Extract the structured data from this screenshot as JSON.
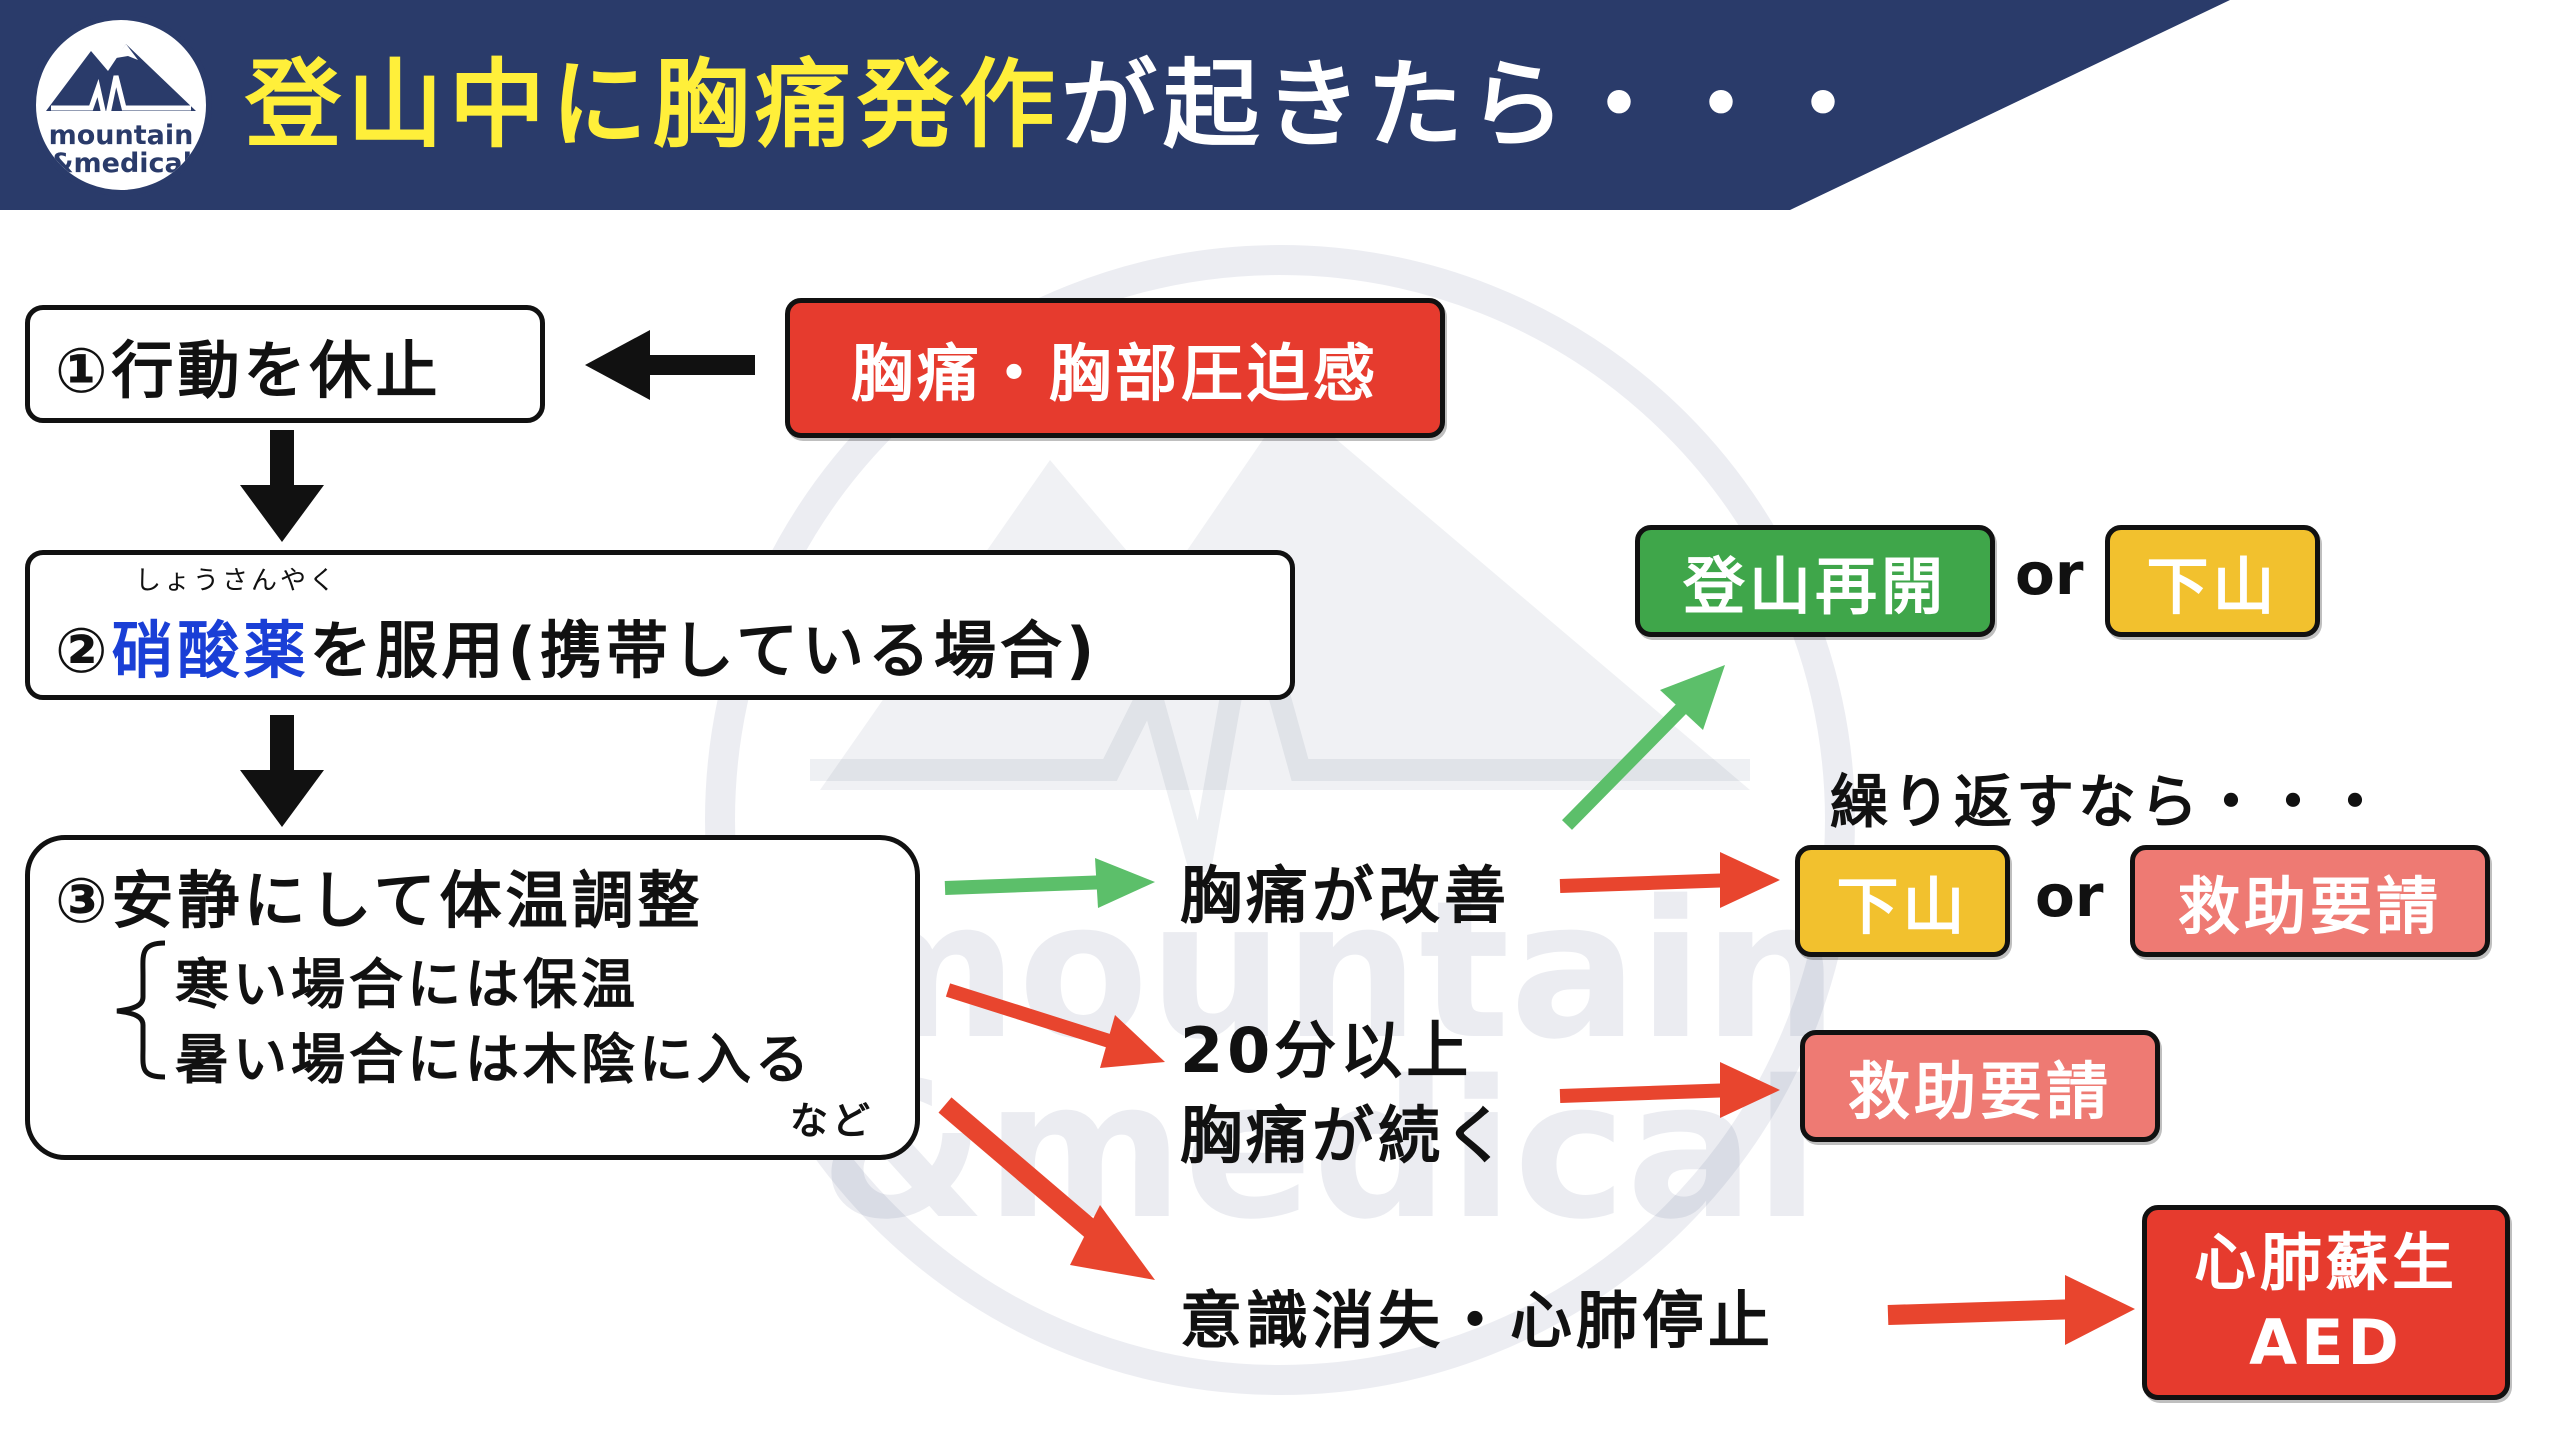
{
  "header": {
    "title_part1": "登山中に",
    "title_part2": "胸痛発作",
    "title_part3": "が起きたら・・・",
    "logo_line1": "mountain",
    "logo_line2": "&medical",
    "bg_color": "#2a3b6a"
  },
  "watermark": {
    "line1": "mountain",
    "line2": "&medical"
  },
  "steps": {
    "step1": "①行動を休止",
    "step2_prefix": "②",
    "step2_ruby": "しょうさんやく",
    "step2_drug": "硝酸薬",
    "step2_rest": "を服用(携帯している場合)",
    "step3_title": "③安静にして体温調整",
    "step3_sub1": "寒い場合には保温",
    "step3_sub2": "暑い場合には木陰に入る",
    "step3_etc": "など"
  },
  "symptom": "胸痛・胸部圧迫感",
  "outcomes": {
    "improve": "胸痛が改善",
    "persist_line1": "20分以上",
    "persist_line2": "胸痛が続く",
    "arrest": "意識消失・心肺停止",
    "repeat": "繰り返すなら・・・"
  },
  "actions": {
    "resume": "登山再開",
    "or": "or",
    "descend": "下山",
    "rescue": "救助要請",
    "cpr_line1": "心肺蘇生",
    "cpr_line2": "AED"
  },
  "colors": {
    "green": "#3fa64a",
    "yellow": "#f2c12e",
    "salmon": "#ee7a73",
    "red": "#e63b2e",
    "arrow_red": "#e8452e",
    "arrow_green": "#5cbf6a",
    "blue_text": "#1a3fd6",
    "navy": "#2a3b6a"
  },
  "icons": {
    "down_arrow": "down-arrow-icon",
    "left_arrow": "left-arrow-icon",
    "right_arrow": "right-arrow-icon",
    "brace": "curly-brace-icon",
    "mountain": "mountain-logo-icon"
  }
}
